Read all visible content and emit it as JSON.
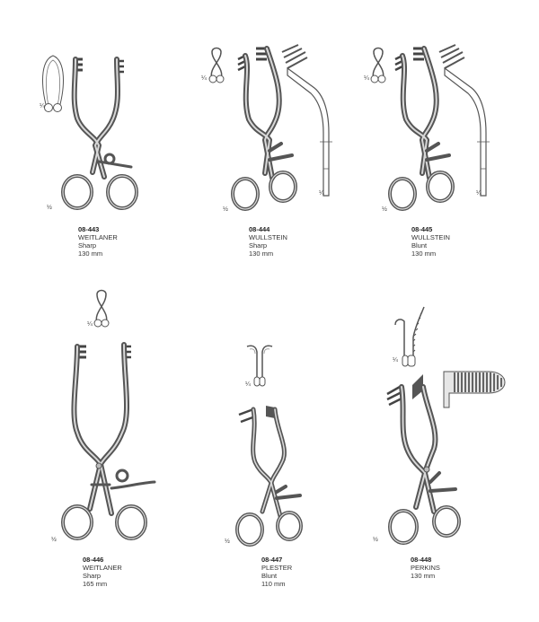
{
  "catalog": {
    "items": [
      {
        "code": "08-443",
        "name": "WEITLANER",
        "type": "Sharp",
        "length": "130 mm",
        "scale_main": "½",
        "scale_detail": "¼"
      },
      {
        "code": "08-444",
        "name": "WULLSTEIN",
        "type": "Sharp",
        "length": "130 mm",
        "scale_main": "½",
        "scale_detail": "¼",
        "scale_side": "¼"
      },
      {
        "code": "08-445",
        "name": "WULLSTEIN",
        "type": "Blunt",
        "length": "130 mm",
        "scale_main": "½",
        "scale_detail": "¼",
        "scale_side": "¼"
      },
      {
        "code": "08-446",
        "name": "WEITLANER",
        "type": "Sharp",
        "length": "165 mm",
        "scale_main": "½",
        "scale_detail": "¼"
      },
      {
        "code": "08-447",
        "name": "PLESTER",
        "type": "Blunt",
        "length": "110 mm",
        "scale_main": "½",
        "scale_detail": "¼"
      },
      {
        "code": "08-448",
        "name": "PERKINS",
        "length": "130 mm",
        "scale_main": "½",
        "scale_detail": "¼"
      }
    ]
  }
}
